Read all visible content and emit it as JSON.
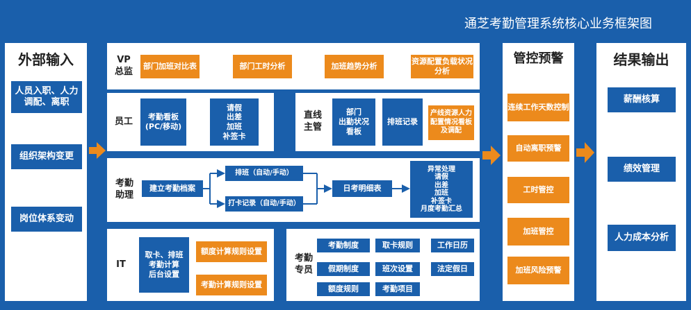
{
  "title": "通芝考勤管理系统核心业务框架图",
  "colors": {
    "background": "#1a5fab",
    "blue_box": "#1a5fab",
    "orange_box": "#ec8a1c",
    "panel": "#ffffff"
  },
  "external_input": {
    "heading": "外部输入",
    "items": [
      "人员入职、人力调配、离职",
      "组织架构变更",
      "岗位体系变动"
    ]
  },
  "vp": {
    "label": "VP\n总监",
    "items": [
      "部门加班对比表",
      "部门工时分析",
      "加班趋势分析",
      "资源配置负载状况分析"
    ]
  },
  "employee": {
    "label": "员工",
    "items": [
      "考勤看板\n(PC/移动)",
      "请假\n出差\n加班\n补签卡"
    ]
  },
  "line_manager": {
    "label": "直线\n主管",
    "items": [
      "部门\n出勤状况\n看板",
      "排班记录"
    ],
    "orange_item": "产线资源人力配置情况看板及调配"
  },
  "attendance_assistant": {
    "label": "考勤\n助理",
    "create_file": "建立考勤档案",
    "schedule": "排班（自动/手动）",
    "punch": "打卡记录（自动/手动）",
    "daily_detail": "日考明细表",
    "exceptions": "异常处理\n请假\n出差\n加班\n补签卡\n月度考勤汇总"
  },
  "it": {
    "label": "IT",
    "backend": "取卡、排班\n考勤计算\n后台设置",
    "quota_rule": "额度计算规则设置",
    "attendance_rule": "考勤计算规则设置"
  },
  "attendance_specialist": {
    "label": "考勤\n专员",
    "items": [
      "考勤制度",
      "取卡规则",
      "工作日历",
      "假期制度",
      "班次设置",
      "法定假日",
      "额度规则",
      "考勤项目"
    ]
  },
  "control_warning": {
    "heading": "管控预警",
    "items": [
      "连续工作天数控制",
      "自动离职预警",
      "工时管控",
      "加班管控",
      "加班风险预警"
    ]
  },
  "result_output": {
    "heading": "结果输出",
    "items": [
      "薪酬核算",
      "绩效管理",
      "人力成本分析"
    ]
  }
}
